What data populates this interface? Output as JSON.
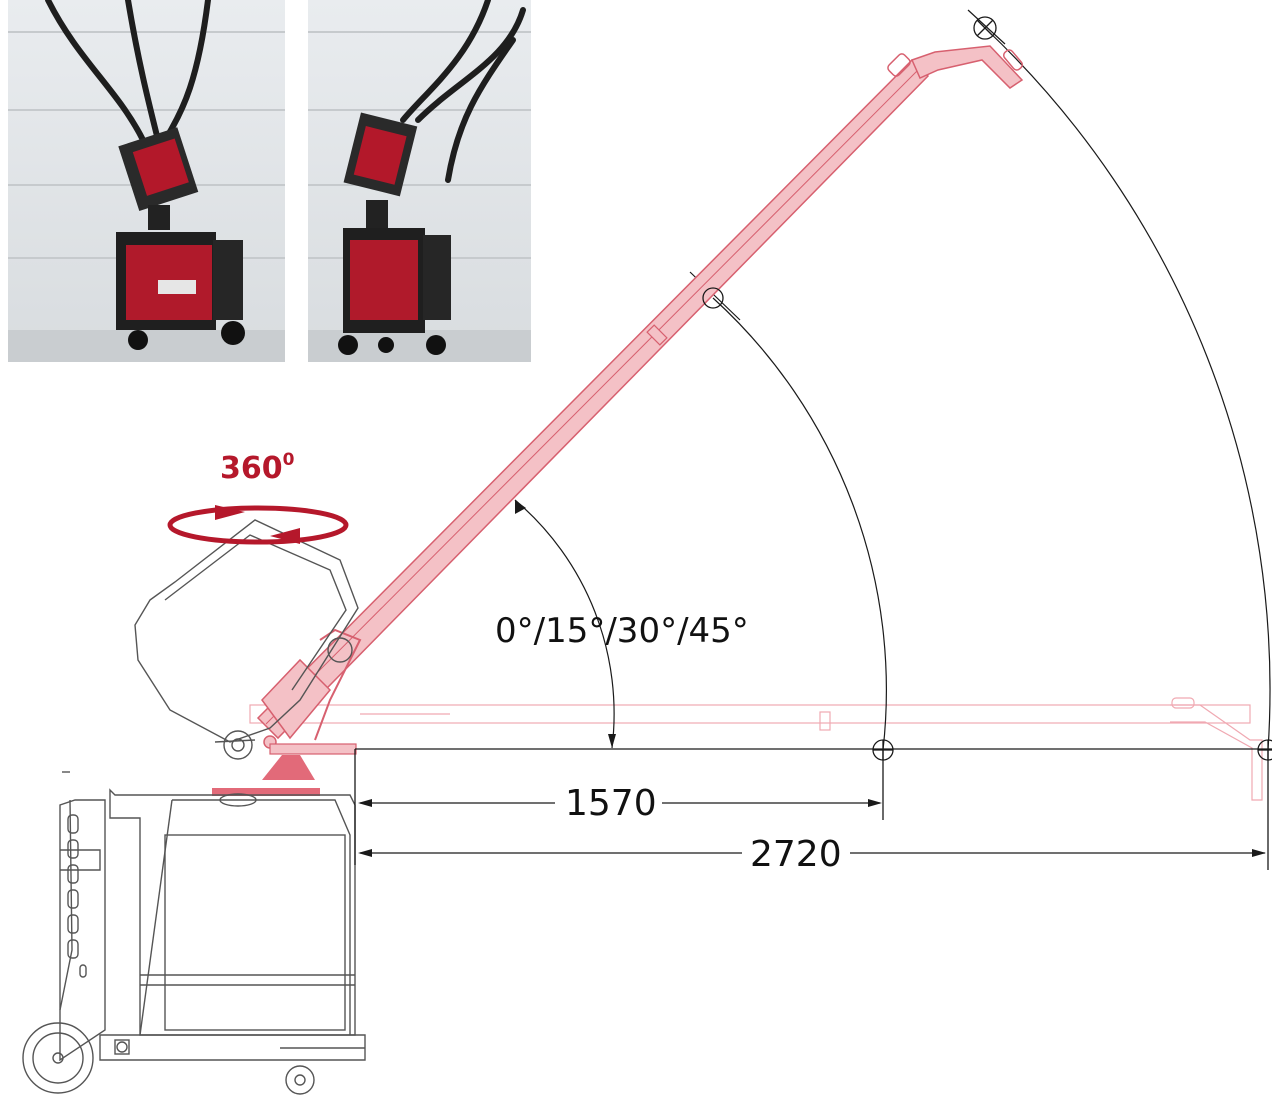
{
  "rotation_label": {
    "value": "360",
    "superscript": "0"
  },
  "angle_label": {
    "text": "0°/15°/30°/45°"
  },
  "dimensions": {
    "inner_reach": "1570",
    "outer_reach": "2720"
  },
  "photos": {
    "left": "welding-unit-photo-boom-lowered",
    "right": "welding-unit-photo-boom-raised"
  },
  "colors": {
    "accent_red": "#b5182b",
    "boom_fill": "#f4c1c6",
    "boom_stroke": "#d7606f",
    "line": "#1a1a1a",
    "machine_outline": "#555555"
  }
}
